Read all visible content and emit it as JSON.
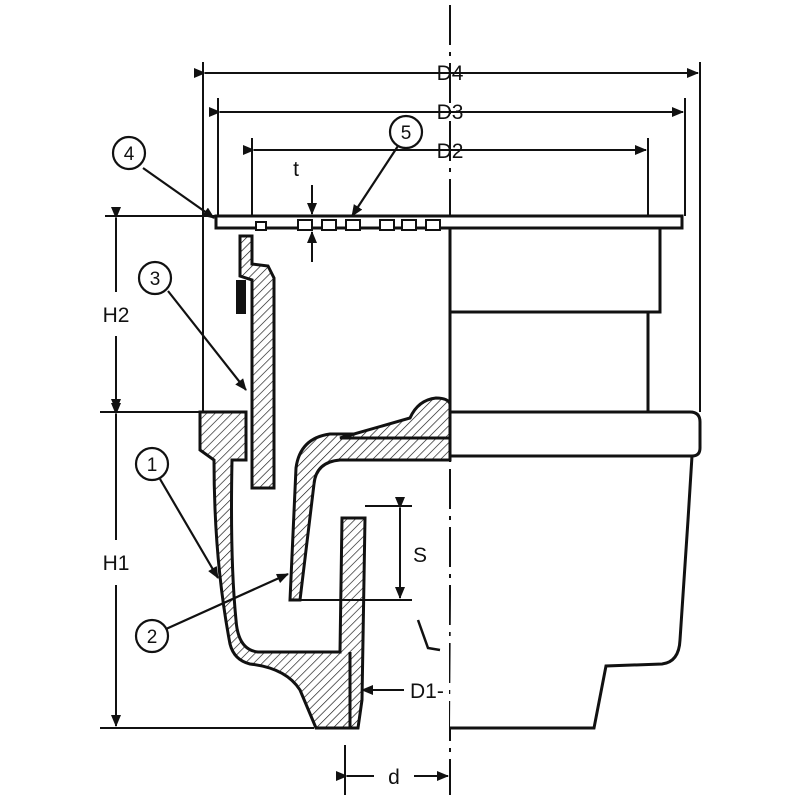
{
  "dimensions": {
    "D4": "D4",
    "D3": "D3",
    "D2": "D2",
    "t": "t",
    "H2": "H2",
    "H1": "H1",
    "S": "S",
    "D1": "D1-",
    "d": "d"
  },
  "parts": [
    "1",
    "2",
    "3",
    "4",
    "5"
  ],
  "colors": {
    "line": "#111111",
    "fill": "#ffffff"
  }
}
